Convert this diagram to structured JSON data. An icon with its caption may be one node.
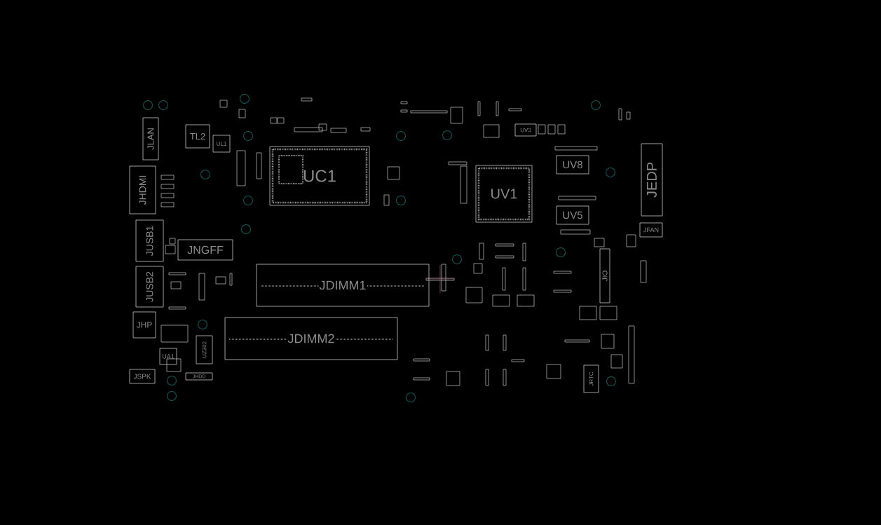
{
  "diagram": {
    "nodes": [
      {
        "text": [
          "JLAN"
        ]
      },
      {
        "text": [
          "TL2"
        ]
      },
      {
        "text": [
          "UL1"
        ]
      },
      {
        "text": [
          "JHDMI"
        ]
      },
      {
        "text": [
          "UC1"
        ]
      },
      {
        "text": [
          "JUSB1"
        ]
      },
      {
        "text": [
          "JNGFF"
        ]
      },
      {
        "text": [
          "JUSB2"
        ]
      },
      {
        "text": [
          "JDIMM1"
        ]
      },
      {
        "text": [
          "JDIMM2"
        ]
      },
      {
        "text": [
          "JHP"
        ]
      },
      {
        "text": [
          "UA1"
        ]
      },
      {
        "text": [
          "UZ302"
        ]
      },
      {
        "text": [
          "JSPK"
        ]
      },
      {
        "text": [
          "JHDD"
        ]
      },
      {
        "text": [
          "UV3"
        ]
      },
      {
        "text": [
          "UV1"
        ]
      },
      {
        "text": [
          "UV8"
        ]
      },
      {
        "text": [
          "UV5"
        ]
      },
      {
        "text": [
          "JEDP"
        ]
      },
      {
        "text": [
          "JFAN"
        ]
      },
      {
        "text": [
          "JIO"
        ]
      },
      {
        "text": [
          "JRTC"
        ]
      }
    ]
  }
}
